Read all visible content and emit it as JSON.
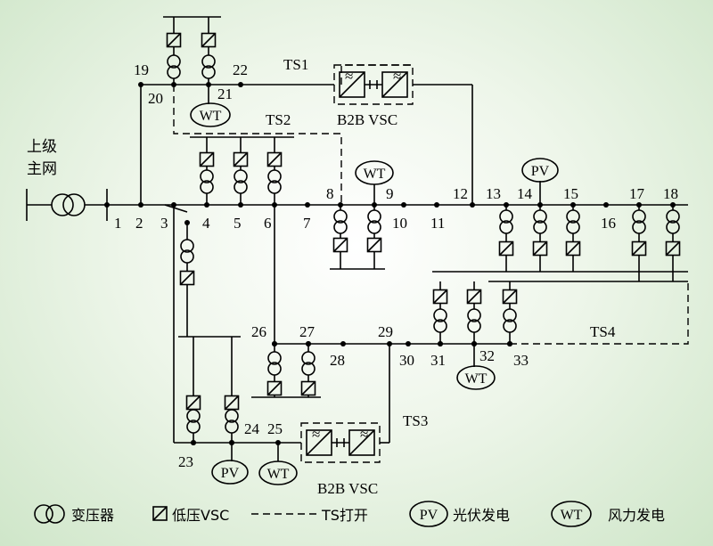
{
  "grid_label": [
    "上级",
    "主网"
  ],
  "nodes": [
    "1",
    "2",
    "3",
    "4",
    "5",
    "6",
    "7",
    "8",
    "9",
    "10",
    "11",
    "12",
    "13",
    "14",
    "15",
    "16",
    "17",
    "18",
    "19",
    "20",
    "21",
    "22",
    "23",
    "24",
    "25",
    "26",
    "27",
    "28",
    "29",
    "30",
    "31",
    "32",
    "33"
  ],
  "switches": [
    "TS1",
    "TS2",
    "TS3",
    "TS4"
  ],
  "converters": [
    "B2B VSC",
    "B2B VSC"
  ],
  "generators": {
    "wt": "WT",
    "pv": "PV"
  },
  "legend": {
    "transformer": "变压器",
    "vsc": "低压VSC",
    "ts_open": "TS打开",
    "pv_sym": "PV",
    "pv": "光伏发电",
    "wt_sym": "WT",
    "wt": "风力发电"
  }
}
